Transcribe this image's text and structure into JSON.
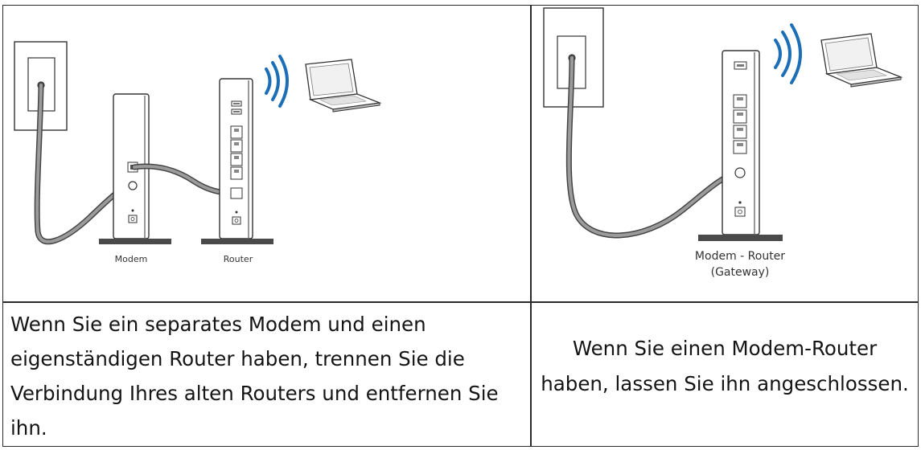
{
  "top_row": {
    "left": {
      "labels": {
        "modem": "Modem",
        "router": "Router"
      }
    },
    "right": {
      "labels": {
        "gateway_line1": "Modem - Router",
        "gateway_line2": "(Gateway)"
      }
    }
  },
  "bottom_row": {
    "left": {
      "lines": [
        "Wenn Sie ein separates Modem und einen",
        "eigenständigen Router haben, trennen Sie die",
        "Verbindung Ihres alten Routers und entfernen Sie",
        "ihn."
      ]
    },
    "right": {
      "lines": [
        "Wenn Sie einen Modem-Router",
        "haben, lassen Sie ihn angeschlossen."
      ]
    }
  },
  "icons": {
    "wall_outlet": "wall-outlet-icon",
    "modem": "modem-icon",
    "router": "router-icon",
    "gateway": "modem-router-gateway-icon",
    "wifi": "wifi-signal-icon",
    "laptop": "laptop-icon",
    "cable": "cable-icon"
  },
  "colors": {
    "wifi_signal": "#1c6fb6",
    "cable_fill": "#9b9b9b",
    "cable_outline": "#444444",
    "table_border": "#2a2a2a"
  }
}
